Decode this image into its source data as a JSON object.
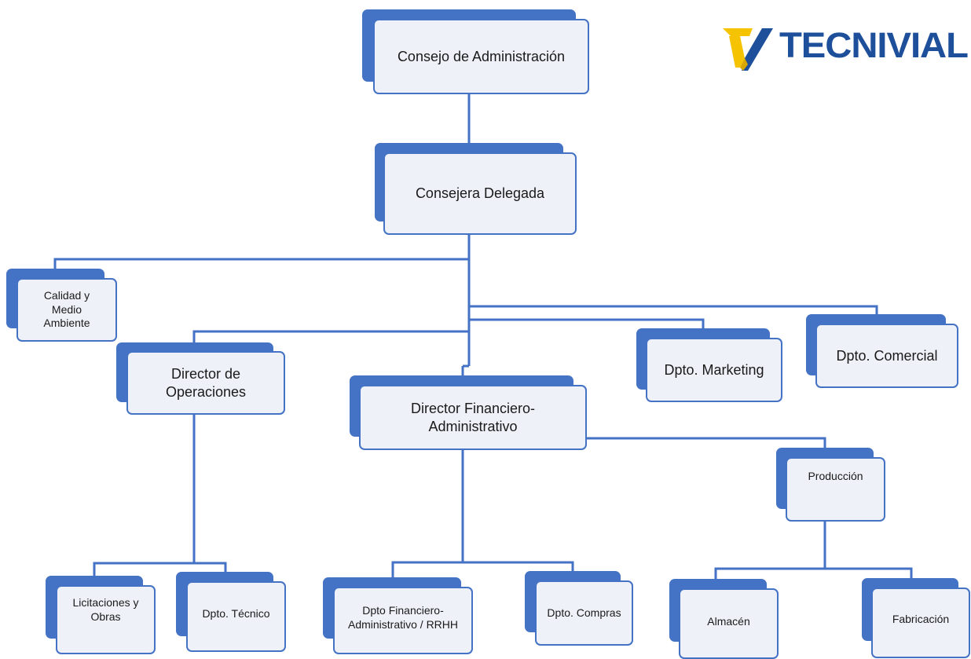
{
  "logo": {
    "text": "TECNIVIAL"
  },
  "colors": {
    "line": "#4472c4",
    "box_fill": "#eef1f8",
    "logo_blue": "#1d4f9a",
    "logo_yellow": "#f6c300"
  },
  "nodes": {
    "consejo": "Consejo de Administración",
    "delegada": "Consejera Delegada",
    "calidad": "Calidad y Medio Ambiente",
    "marketing": "Dpto. Marketing",
    "comercial": "Dpto. Comercial",
    "operaciones": "Director de Operaciones",
    "financiero": "Director Financiero-Administrativo",
    "produccion": "Producción",
    "licitaciones": "Licitaciones y Obras",
    "tecnico": "Dpto. Técnico",
    "rrhh": "Dpto Financiero-Administrativo / RRHH",
    "compras": "Dpto. Compras",
    "almacen": "Almacén",
    "fabricacion": "Fabricación"
  }
}
